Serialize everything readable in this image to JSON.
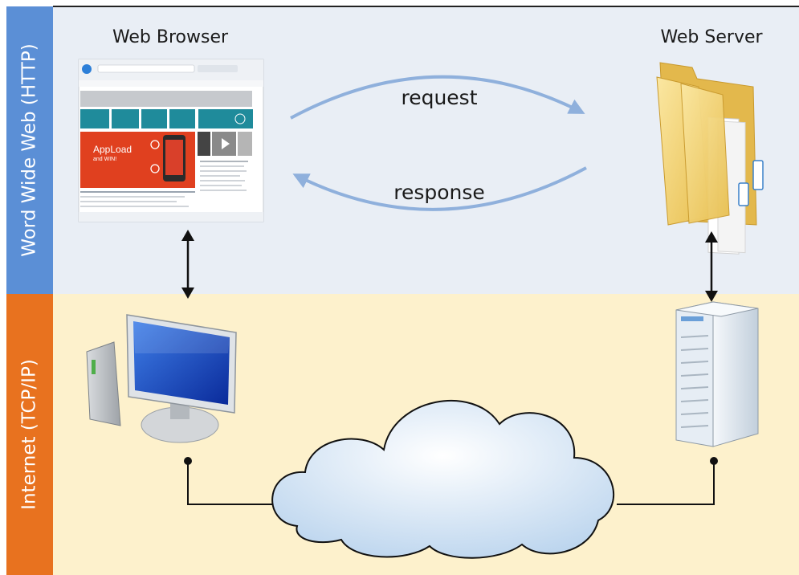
{
  "layers": {
    "top": {
      "label": "Word Wide Web (HTTP)"
    },
    "bottom": {
      "label": "Internet (TCP/IP)"
    }
  },
  "nodes": {
    "browser": {
      "title": "Web Browser"
    },
    "server": {
      "title": "Web Server"
    }
  },
  "arrows": {
    "request": "request",
    "response": "response"
  },
  "browser_screenshot": {
    "promo_line1": "AppLoad",
    "promo_line2": "and WIN!"
  },
  "colors": {
    "www_band": "#5b8fd6",
    "www_bg": "#e9eef5",
    "internet_band": "#e8721f",
    "internet_bg": "#fdf1cc",
    "arrow": "#8fb0dc",
    "promo_red": "#e0401f"
  },
  "icons": [
    "browser-window-icon",
    "folder-icon",
    "desktop-computer-icon",
    "tower-server-icon",
    "cloud-icon"
  ]
}
